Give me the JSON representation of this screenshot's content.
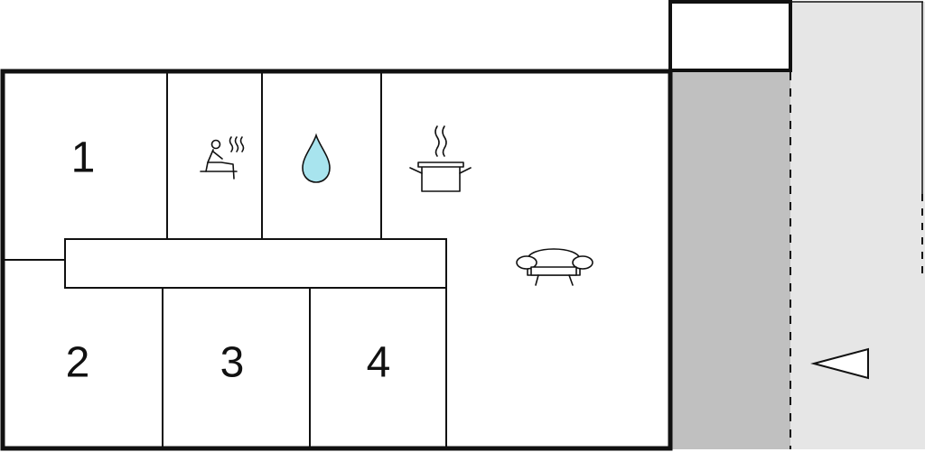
{
  "floorplan": {
    "rooms": [
      {
        "id": "bedroom-1",
        "number": "1"
      },
      {
        "id": "bedroom-2",
        "number": "2"
      },
      {
        "id": "bedroom-3",
        "number": "3"
      },
      {
        "id": "bedroom-4",
        "number": "4"
      }
    ],
    "icons": {
      "sauna": "sauna-icon",
      "bathroom": "water-drop-icon",
      "kitchen": "cooking-pot-icon",
      "living": "sofa-icon",
      "direction": "direction-arrow-icon"
    },
    "colors": {
      "wall": "#111111",
      "water": "#a8e4ee",
      "terrace_dark": "#c0c0c0",
      "terrace_light": "#e6e6e6"
    }
  }
}
